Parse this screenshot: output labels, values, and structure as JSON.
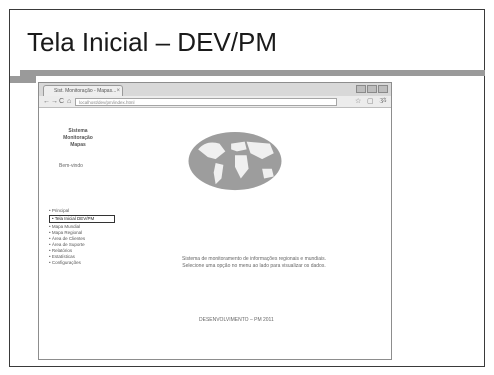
{
  "slide": {
    "title": "Tela Inicial – DEV/PM"
  },
  "browser": {
    "tab_title": "Sist. Monitoração - Mapas...",
    "tab_close_glyph": "×",
    "nav_back": "←",
    "nav_forward": "→",
    "nav_reload": "C",
    "nav_home": "⌂",
    "url": "localhost/dev/pm/index.html",
    "tool_star": "☆",
    "tool_page": "▢",
    "tool_wrench": "ૐ"
  },
  "app": {
    "logo_line1": "Sistema",
    "logo_line2": "Monitoração",
    "logo_line3": "Mapas",
    "login": "Bem-vindo",
    "nav_items": [
      {
        "label": "• Principal",
        "selected": false
      },
      {
        "label": "• Tela Inicial DEV/PM",
        "selected": true
      },
      {
        "label": "• Mapa Mundial",
        "selected": false
      },
      {
        "label": "• Mapa Regional",
        "selected": false
      },
      {
        "label": "• Área de Clientes",
        "selected": false
      },
      {
        "label": "• Área de Suporte",
        "selected": false
      },
      {
        "label": "• Relatórios",
        "selected": false
      },
      {
        "label": "• Estatísticas",
        "selected": false
      },
      {
        "label": "• Configurações",
        "selected": false
      }
    ],
    "info_line1": "Sistema de monitoramento de informações regionais e mundiais.",
    "info_line2": "Selecione uma opção no menu ao lado para visualizar os dados.",
    "footer": "DESENVOLVIMENTO – PM 2011"
  },
  "colors": {
    "rule": "#9a9a9a",
    "globe": "#9d9d9d"
  }
}
